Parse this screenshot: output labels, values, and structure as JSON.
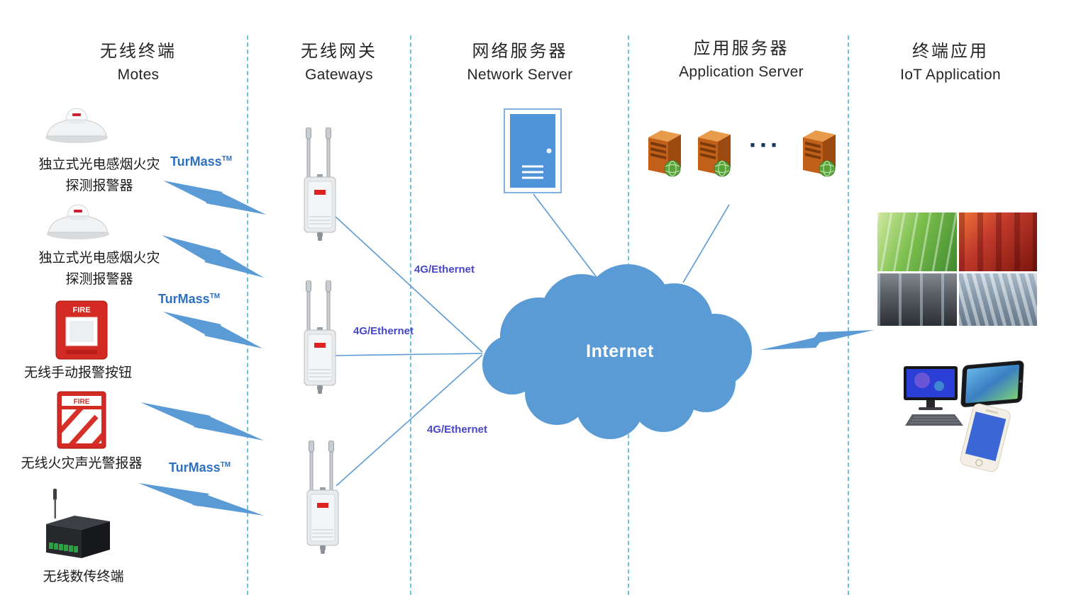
{
  "headers": [
    {
      "zh": "无线终端",
      "en": "Motes"
    },
    {
      "zh": "无线网关",
      "en": "Gateways"
    },
    {
      "zh": "网络服务器",
      "en": "Network Server"
    },
    {
      "zh": "应用服务器",
      "en": "Application Server"
    },
    {
      "zh": "终端应用",
      "en": "IoT Application"
    }
  ],
  "motes": {
    "detector1": {
      "line1": "独立式光电感烟火灾",
      "line2": "探测报警器"
    },
    "detector2": {
      "line1": "独立式光电感烟火灾",
      "line2": "探测报警器"
    },
    "call_point": "无线手动报警按钮",
    "sounder": "无线火灾声光警报器",
    "dtu": "无线数传终端"
  },
  "devices": {
    "call_point_text": "FIRE",
    "sounder_text": "FIRE"
  },
  "links": {
    "turmass": "TurMass",
    "tm": "TM",
    "eth": "4G/Ethernet"
  },
  "cloud": {
    "label": "Internet"
  },
  "app_servers": {
    "dots": "···"
  },
  "colors": {
    "accent_blue": "#5b9bd5",
    "turmass_blue": "#2e6fc0",
    "ethernet_label_blue": "#4747c8",
    "separator_blue": "#6ec1e4",
    "server_orange": "#c2601a",
    "alarm_red": "#d42a24",
    "network_server_blue": "#4f93d8"
  }
}
